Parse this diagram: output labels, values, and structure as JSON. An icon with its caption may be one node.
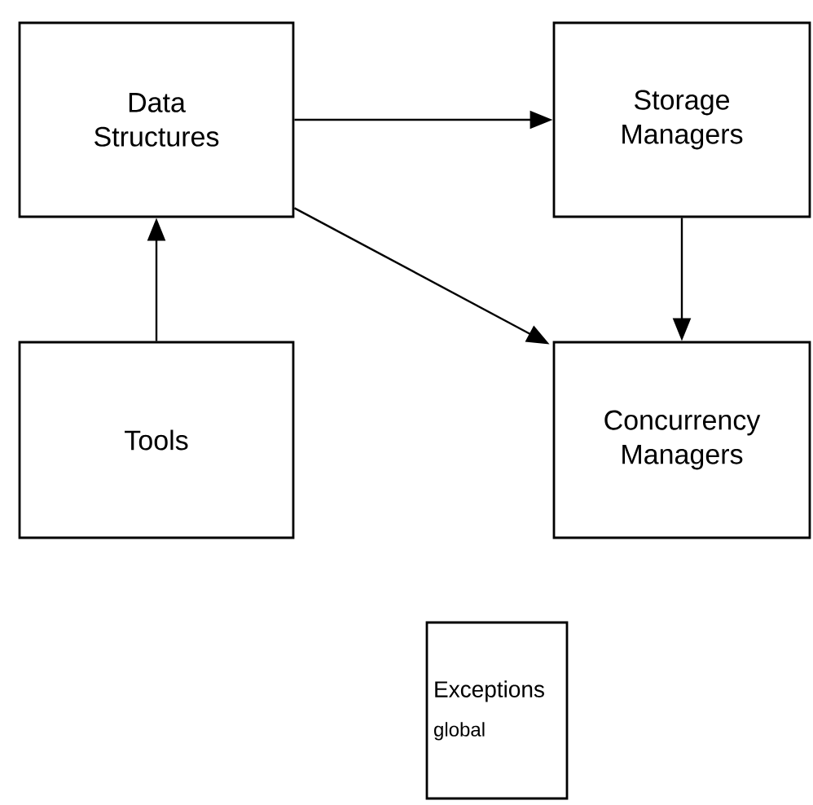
{
  "diagram": {
    "nodes": [
      {
        "text": [
          "Data Structures"
        ]
      },
      {
        "text": [
          "Storage Managers"
        ]
      },
      {
        "text": [
          "Tools"
        ]
      },
      {
        "text": [
          "Concurrency Managers"
        ]
      },
      {
        "text": [
          "Exceptions",
          "global"
        ]
      }
    ],
    "edges": [
      {
        "from": 0,
        "to": 1,
        "arrow": "to"
      },
      {
        "from": 2,
        "to": 0,
        "arrow": "to"
      },
      {
        "from": 1,
        "to": 3,
        "arrow": "to"
      },
      {
        "from": 0,
        "to": 3,
        "arrow": "to"
      }
    ]
  }
}
